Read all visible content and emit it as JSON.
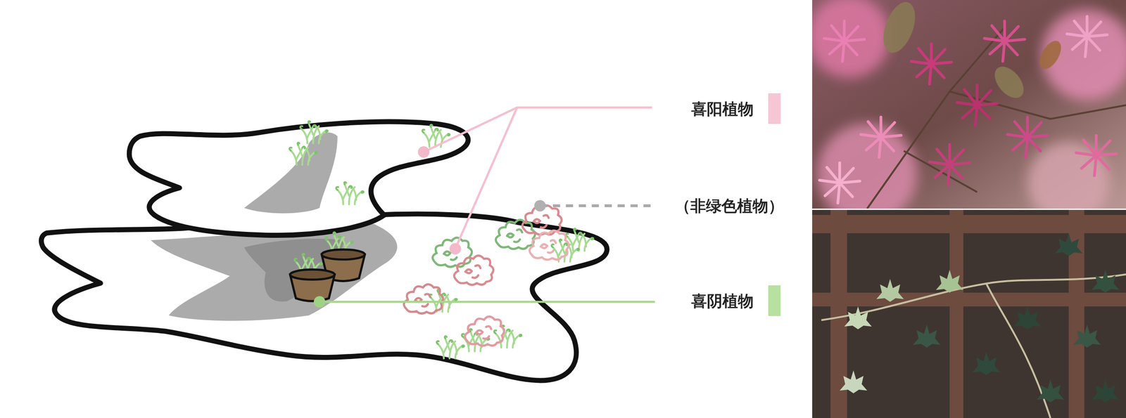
{
  "diagram": {
    "labels": [
      "（非绿色植物）"
    ],
    "legend": [
      {
        "text": "喜阳植物",
        "color": "#f6c6d4"
      },
      {
        "text": "喜阴植物",
        "color": "#b8e0a0"
      }
    ]
  }
}
